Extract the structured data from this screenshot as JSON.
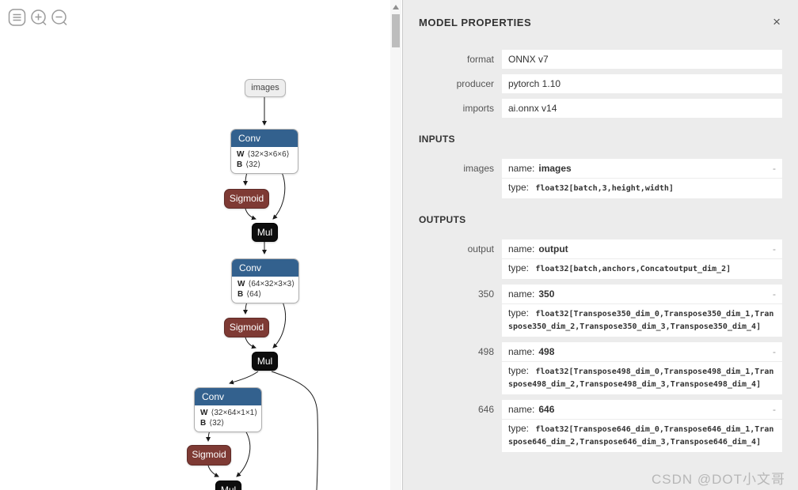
{
  "toolbar": {
    "icons": [
      "menu-icon",
      "zoom-in-icon",
      "zoom-out-icon"
    ]
  },
  "graph": {
    "nodes": [
      {
        "id": "images",
        "kind": "io",
        "label": "images"
      },
      {
        "id": "conv1",
        "kind": "layer",
        "label": "Conv",
        "params": [
          {
            "k": "W",
            "v": "⟨32×3×6×6⟩"
          },
          {
            "k": "B",
            "v": "⟨32⟩"
          }
        ]
      },
      {
        "id": "sigmoid1",
        "kind": "activation",
        "label": "Sigmoid"
      },
      {
        "id": "mul1",
        "kind": "op",
        "label": "Mul"
      },
      {
        "id": "conv2",
        "kind": "layer",
        "label": "Conv",
        "params": [
          {
            "k": "W",
            "v": "⟨64×32×3×3⟩"
          },
          {
            "k": "B",
            "v": "⟨64⟩"
          }
        ]
      },
      {
        "id": "sigmoid2",
        "kind": "activation",
        "label": "Sigmoid"
      },
      {
        "id": "mul2",
        "kind": "op",
        "label": "Mul"
      },
      {
        "id": "conv3",
        "kind": "layer",
        "label": "Conv",
        "params": [
          {
            "k": "W",
            "v": "⟨32×64×1×1⟩"
          },
          {
            "k": "B",
            "v": "⟨32⟩"
          }
        ]
      },
      {
        "id": "sigmoid3",
        "kind": "activation",
        "label": "Sigmoid"
      },
      {
        "id": "mul3",
        "kind": "op",
        "label": "Mul"
      }
    ],
    "node_colors": {
      "layer": "#33618e",
      "activation": "#7e3a34",
      "op": "#0d0d0d",
      "io": "#eeeeee"
    }
  },
  "panel": {
    "title": "MODEL PROPERTIES",
    "close_glyph": "×",
    "collapse_glyph": "-",
    "name_label": "name:",
    "type_label": "type:",
    "properties": [
      {
        "label": "format",
        "value": "ONNX v7"
      },
      {
        "label": "producer",
        "value": "pytorch 1.10"
      },
      {
        "label": "imports",
        "value": "ai.onnx v14"
      }
    ],
    "sections": [
      {
        "title": "INPUTS",
        "entries": [
          {
            "label": "images",
            "name": "images",
            "type": "float32[batch,3,height,width]"
          }
        ]
      },
      {
        "title": "OUTPUTS",
        "entries": [
          {
            "label": "output",
            "name": "output",
            "type": "float32[batch,anchors,Concatoutput_dim_2]"
          },
          {
            "label": "350",
            "name": "350",
            "type": "float32[Transpose350_dim_0,Transpose350_dim_1,Transpose350_dim_2,Transpose350_dim_3,Transpose350_dim_4]"
          },
          {
            "label": "498",
            "name": "498",
            "type": "float32[Transpose498_dim_0,Transpose498_dim_1,Transpose498_dim_2,Transpose498_dim_3,Transpose498_dim_4]"
          },
          {
            "label": "646",
            "name": "646",
            "type": "float32[Transpose646_dim_0,Transpose646_dim_1,Transpose646_dim_2,Transpose646_dim_3,Transpose646_dim_4]"
          }
        ]
      }
    ]
  },
  "watermark": {
    "text": "CSDN @DOT小文哥"
  }
}
